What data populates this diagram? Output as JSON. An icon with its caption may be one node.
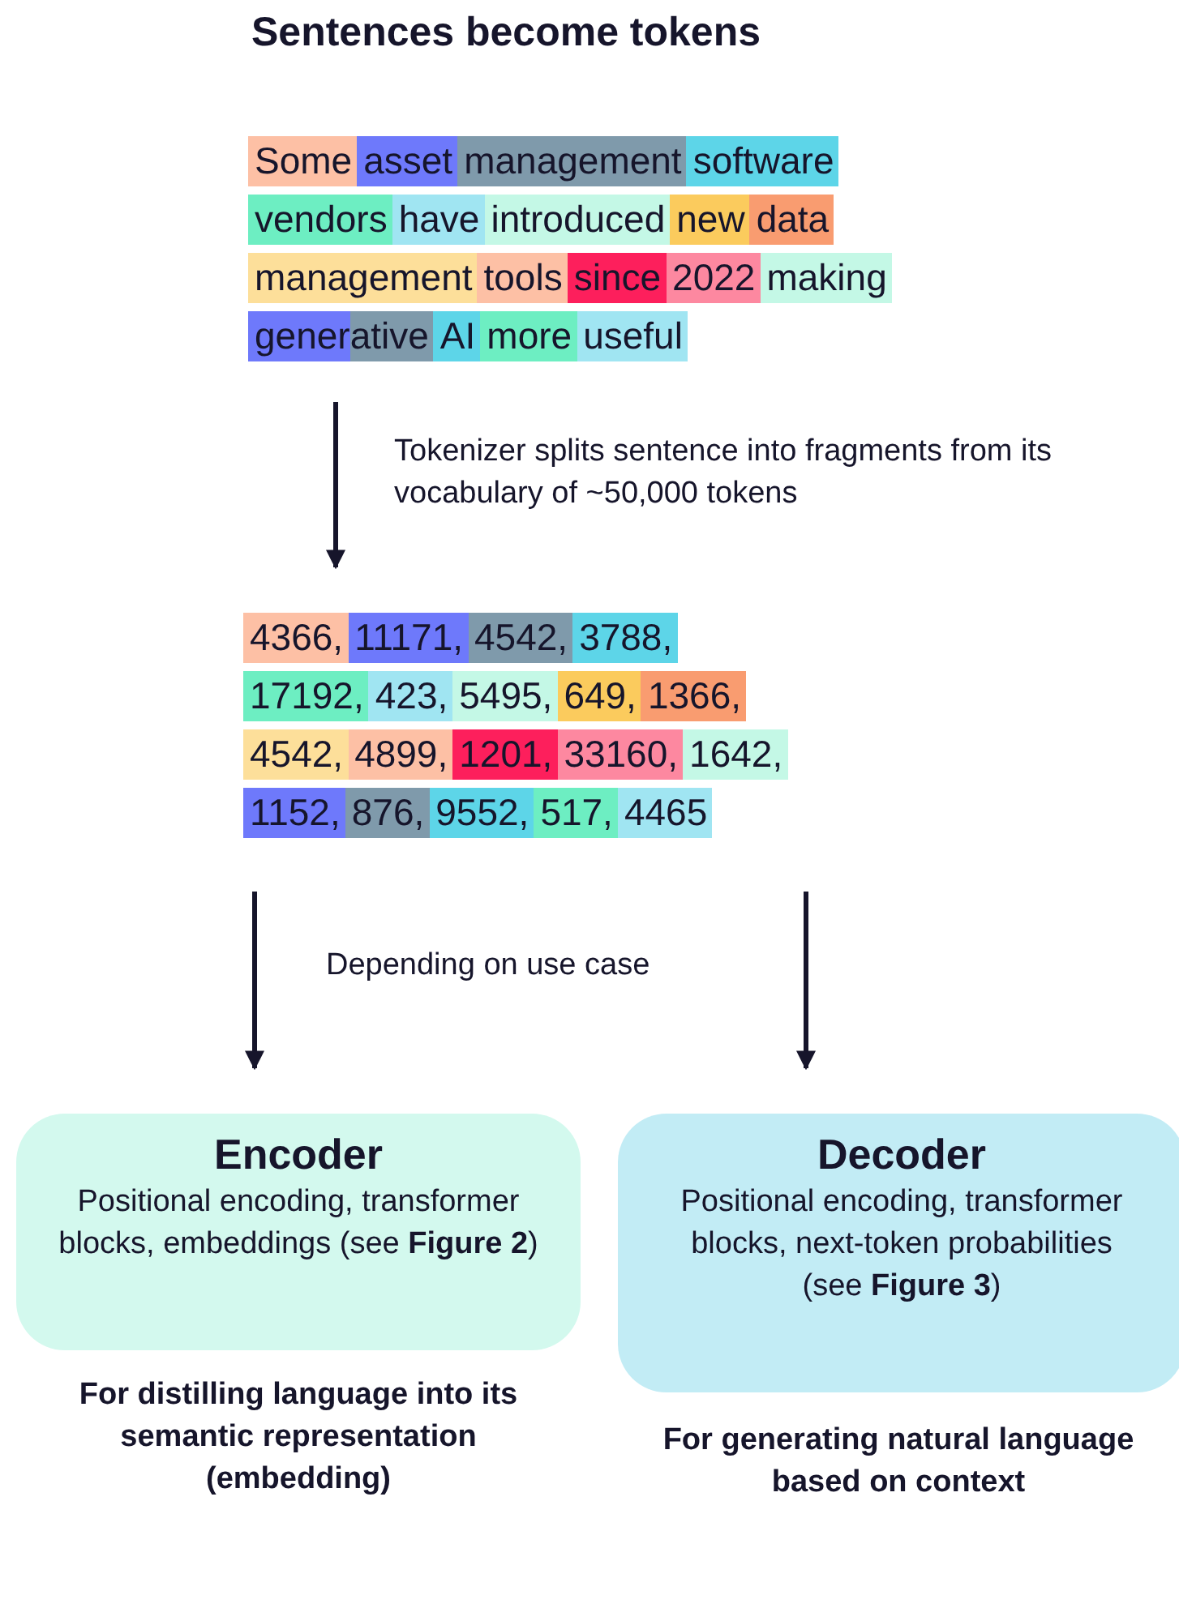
{
  "diagram": {
    "title": "Sentences become tokens",
    "nodes": [
      {
        "text": [
          "Some",
          "asset",
          "management",
          "software",
          "vendors",
          "have",
          "introduced",
          "new",
          "data",
          "management",
          "tools",
          "since",
          "2022",
          "making",
          "gener",
          "ative",
          "AI",
          "more",
          "useful"
        ]
      },
      {
        "text": [
          "4366,",
          "11171,",
          "4542,",
          "3788,",
          "17192,",
          "423,",
          "5495,",
          "649,",
          "1366,",
          "4542,",
          "4899,",
          "1201,",
          "33160,",
          "1642,",
          "1152,",
          "876,",
          "9552,",
          "517,",
          "4465"
        ]
      },
      {
        "text": [
          "Encoder",
          "Positional encoding, transformer blocks, embeddings (see **Figure 2**)"
        ],
        "beside": [
          "For distilling language into its semantic representation (embedding)"
        ]
      },
      {
        "text": [
          "Decoder",
          "Positional encoding, transformer blocks, next-token probabilities (see **Figure 3**)"
        ],
        "beside": [
          "For generating natural language based on context"
        ]
      }
    ],
    "edges": [
      {
        "from": 0,
        "to": 1,
        "arrow": "to",
        "label": "Tokenizer splits sentence into fragments from its vocabulary of ~50,000 tokens"
      },
      {
        "from": 1,
        "to": 2,
        "arrow": "to"
      },
      {
        "from": 1,
        "to": 3,
        "arrow": "to"
      }
    ],
    "labels": [
      "Depending on use case"
    ]
  }
}
